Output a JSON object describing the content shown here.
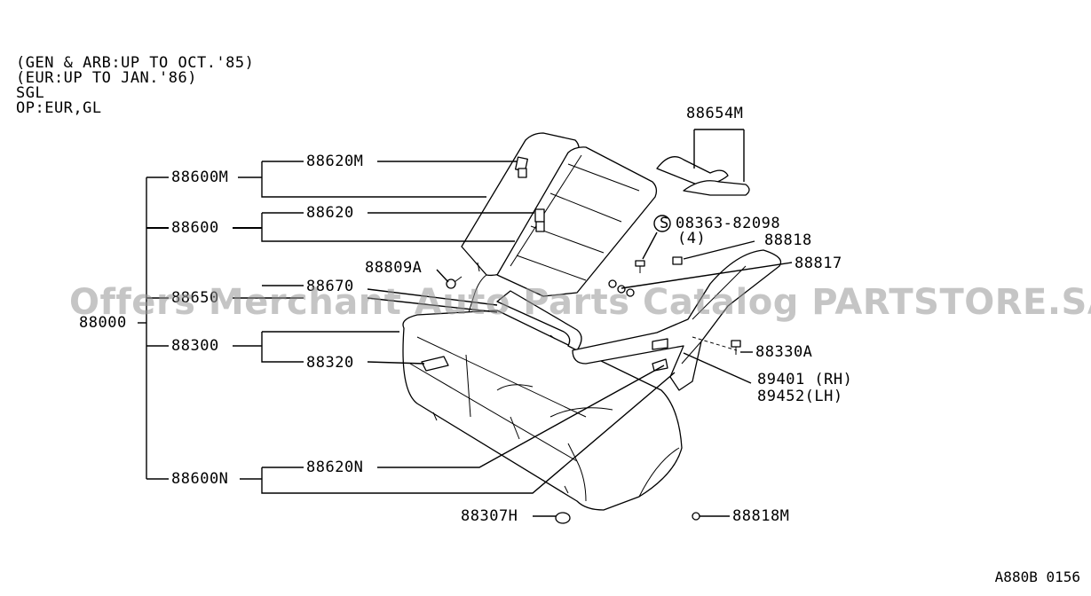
{
  "notes": [
    "(GEN & ARB:UP TO OCT.'85)",
    "(EUR:UP TO JAN.'86)",
    "SGL",
    "OP:EUR,GL"
  ],
  "labels": {
    "p88654M": "88654M",
    "p88620M": "88620M",
    "p88600M": "88600M",
    "p88620": "88620",
    "p88600": "88600",
    "p08363": "08363-82098",
    "qty4": "(4)",
    "p88818": "88818",
    "p88817": "88817",
    "p88809A": "88809A",
    "p88650": "88650",
    "p88670": "88670",
    "p88000": "88000",
    "p88300": "88300",
    "p88330A": "88330A",
    "p88320": "88320",
    "p89401": "89401 (RH)",
    "p89452": "89452(LH)",
    "p88600N": "88600N",
    "p88620N": "88620N",
    "p88307H": "88307H",
    "p88818M": "88818M",
    "s_mark": "S"
  },
  "watermark": "Offers Merchant Auto Parts Catalog PARTSTORE.SA",
  "diagram_code": "A880B 0156"
}
